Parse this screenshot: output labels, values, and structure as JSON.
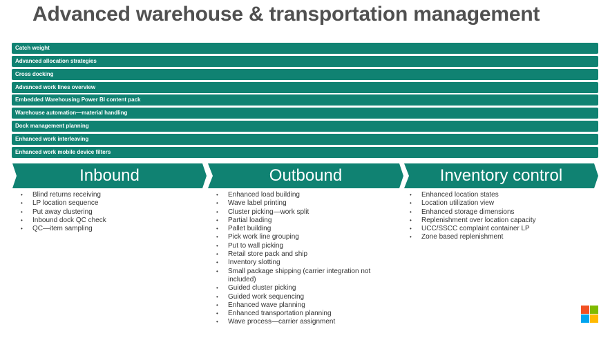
{
  "title": "Advanced warehouse & transportation management",
  "bars": [
    "Catch weight",
    "Advanced allocation strategies",
    "Cross docking",
    "Advanced work lines overview",
    "Embedded Warehousing Power BI content pack",
    "Warehouse automation—material handling",
    "Dock management planning",
    "Enhanced work interleaving",
    "Enhanced work mobile device filters"
  ],
  "sections": [
    {
      "heading": "Inbound",
      "items": [
        "Blind returns receiving",
        "LP location sequence",
        "Put away clustering",
        "Inbound dock QC check",
        "QC—item sampling"
      ]
    },
    {
      "heading": "Outbound",
      "items": [
        "Enhanced load building",
        "Wave label printing",
        "Cluster picking—work split",
        "Partial loading",
        "Pallet building",
        "Pick work line grouping",
        "Put to wall picking",
        "Retail store pack and ship",
        "Inventory slotting",
        "Small package shipping (carrier integration not included)",
        "Guided cluster picking",
        "Guided work sequencing",
        "Enhanced wave planning",
        "Enhanced transportation planning",
        "Wave process—carrier assignment"
      ]
    },
    {
      "heading": "Inventory control",
      "items": [
        "Enhanced location states",
        "Location utilization view",
        "Enhanced storage dimensions",
        "Replenishment over location capacity",
        "UCC/SSCC complaint container LP",
        "Zone based replenishment"
      ]
    }
  ],
  "colors": {
    "accent": "#108272",
    "logo": [
      "#f25022",
      "#7fba00",
      "#00a4ef",
      "#ffb900"
    ]
  },
  "icons": {
    "logo": "microsoft-logo-icon"
  }
}
